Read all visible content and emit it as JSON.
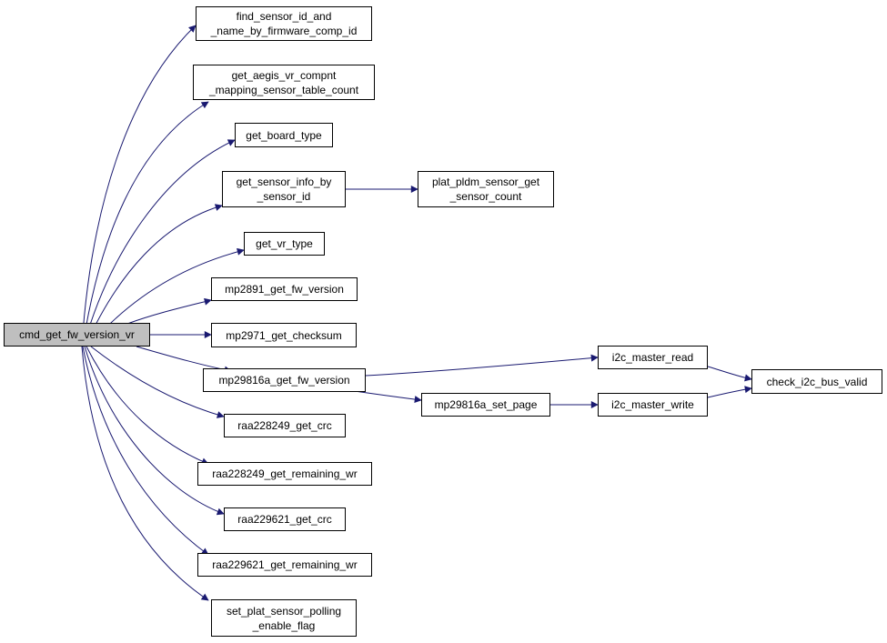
{
  "graph": {
    "colors": {
      "edge": "#191970",
      "border": "#000000",
      "root_fill": "#bfbfbf",
      "node_fill": "#ffffff"
    },
    "nodes": {
      "root": "cmd_get_fw_version_vr",
      "n_find": "find_sensor_id_and\n_name_by_firmware_comp_id",
      "n_aegis": "get_aegis_vr_compnt\n_mapping_sensor_table_count",
      "n_board": "get_board_type",
      "n_sinfo": "get_sensor_info_by\n_sensor_id",
      "n_pldm": "plat_pldm_sensor_get\n_sensor_count",
      "n_vrtype": "get_vr_type",
      "n_mp2891": "mp2891_get_fw_version",
      "n_mp2971": "mp2971_get_checksum",
      "n_mp29816": "mp29816a_get_fw_version",
      "n_read": "i2c_master_read",
      "n_check": "check_i2c_bus_valid",
      "n_setpage": "mp29816a_set_page",
      "n_write": "i2c_master_write",
      "n_raa8crc": "raa228249_get_crc",
      "n_raa8rem": "raa228249_get_remaining_wr",
      "n_raa9crc": "raa229621_get_crc",
      "n_raa9rem": "raa229621_get_remaining_wr",
      "n_setplat": "set_plat_sensor_polling\n_enable_flag"
    },
    "edges": [
      [
        "root",
        "n_find"
      ],
      [
        "root",
        "n_aegis"
      ],
      [
        "root",
        "n_board"
      ],
      [
        "root",
        "n_sinfo"
      ],
      [
        "root",
        "n_vrtype"
      ],
      [
        "root",
        "n_mp2891"
      ],
      [
        "root",
        "n_mp2971"
      ],
      [
        "root",
        "n_mp29816"
      ],
      [
        "root",
        "n_raa8crc"
      ],
      [
        "root",
        "n_raa8rem"
      ],
      [
        "root",
        "n_raa9crc"
      ],
      [
        "root",
        "n_raa9rem"
      ],
      [
        "root",
        "n_setplat"
      ],
      [
        "n_sinfo",
        "n_pldm"
      ],
      [
        "n_mp29816",
        "n_read"
      ],
      [
        "n_mp29816",
        "n_setpage"
      ],
      [
        "n_setpage",
        "n_write"
      ],
      [
        "n_read",
        "n_check"
      ],
      [
        "n_write",
        "n_check"
      ]
    ]
  }
}
